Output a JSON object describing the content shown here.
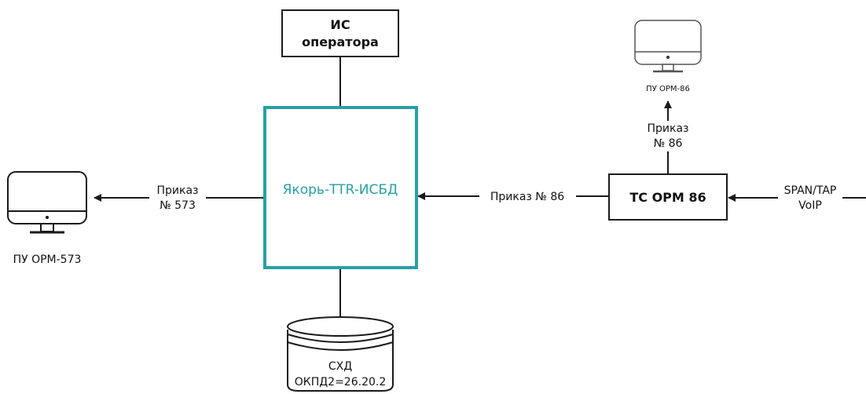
{
  "diagram": {
    "nodes": {
      "operator_is": {
        "line1": "ИС",
        "line2": "оператора"
      },
      "core": {
        "label": "Якорь-TTR-ИСБД"
      },
      "tc_orm": {
        "label": "ТС ОРМ 86"
      },
      "storage": {
        "line1": "СХД",
        "line2": "ОКПД2=26.20.2"
      },
      "console_573": {
        "label": "ПУ ОРМ-573"
      },
      "console_86": {
        "label": "ПУ ОРМ-86"
      }
    },
    "edges": {
      "core_to_573": {
        "line1": "Приказ",
        "line2": "№ 573"
      },
      "tc_to_core": {
        "label": "Приказ № 86"
      },
      "tc_to_86": {
        "line1": "Приказ",
        "line2": "№ 86"
      },
      "input": {
        "line1": "SPAN/TAP",
        "line2": "VoIP"
      }
    },
    "colors": {
      "core_border": "#2a9fa3",
      "core_text": "#2a9fa3",
      "line": "#1a1a1a"
    }
  }
}
